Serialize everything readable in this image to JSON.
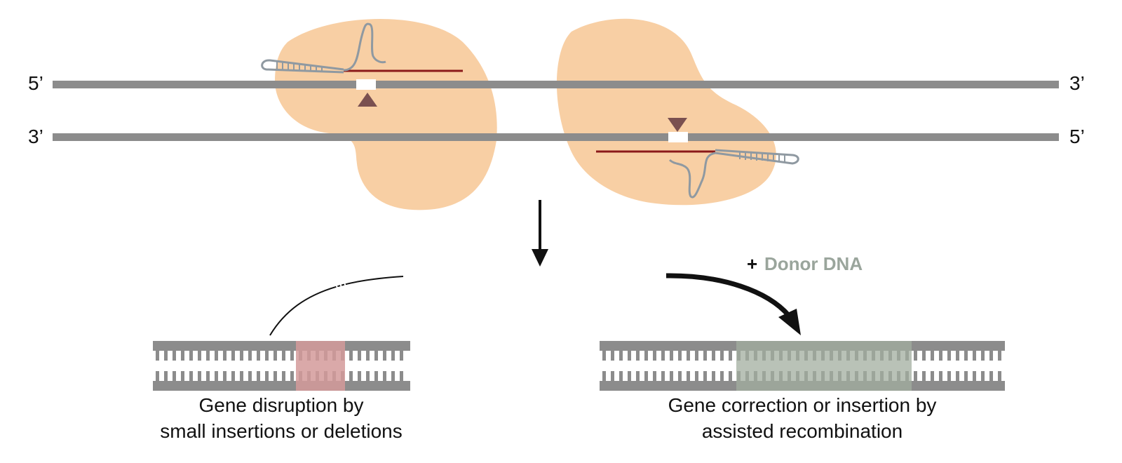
{
  "strand_labels": {
    "top_left": "5’",
    "top_right": "3’",
    "bottom_left": "3’",
    "bottom_right": "5’"
  },
  "donor": {
    "plus": "+",
    "label": "Donor DNA"
  },
  "outcomes": {
    "left_line1": "Gene disruption by",
    "left_line2": "small insertions or deletions",
    "right_line1": "Gene correction or insertion by",
    "right_line2": "assisted recombination"
  },
  "colors": {
    "strand": "#8c8c8c",
    "protein": "#f8cfa4",
    "guide_rna": "#8b1a1a",
    "cut_marker": "#7a5050",
    "indel": "#d49a9a",
    "donor_text": "#9aa59c",
    "donor_insert": "#a2ad9f"
  }
}
